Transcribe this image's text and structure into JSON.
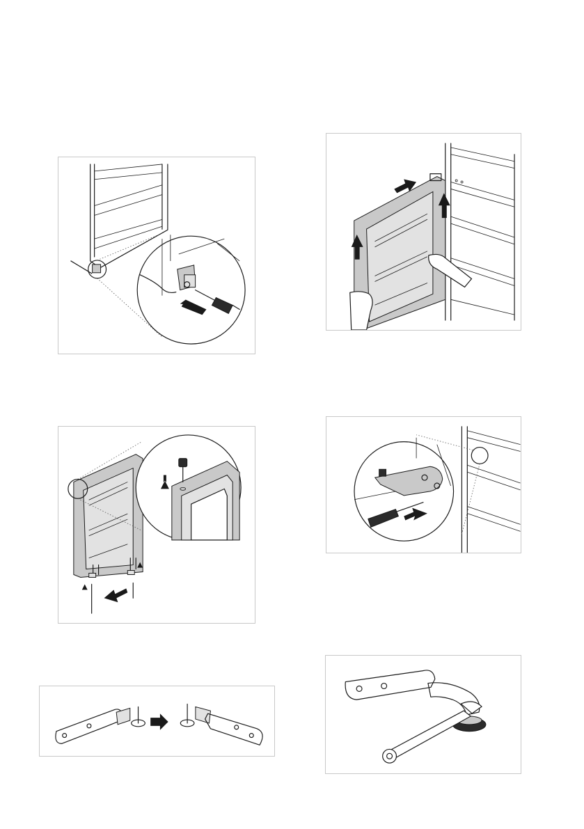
{
  "page": {
    "background": "#ffffff",
    "frame_border_color": "#c8c8c8",
    "ink_color": "#1a1a1a",
    "door_fill_color": "#c9c9c9"
  },
  "illustrations": [
    {
      "id": "remove-lower-hinge-cover",
      "icons": [
        "refrigerator-cabinet-icon",
        "screwdriver-icon",
        "push-arrow-icon"
      ]
    },
    {
      "id": "lift-door-off",
      "icons": [
        "refrigerator-door-icon",
        "hands-icon",
        "lift-arrow-icon"
      ]
    },
    {
      "id": "transfer-door-parts",
      "icons": [
        "refrigerator-door-icon",
        "hinge-pin-icon",
        "screw-icon"
      ]
    },
    {
      "id": "fit-upper-hinge",
      "icons": [
        "hinge-bracket-icon",
        "screwdriver-icon",
        "push-arrow-icon"
      ]
    },
    {
      "id": "reverse-hinge-pin",
      "icons": [
        "hinge-bracket-icon",
        "right-arrow-icon"
      ]
    },
    {
      "id": "adjust-hinge-foot",
      "icons": [
        "hinge-bracket-icon",
        "wrench-icon"
      ]
    }
  ]
}
